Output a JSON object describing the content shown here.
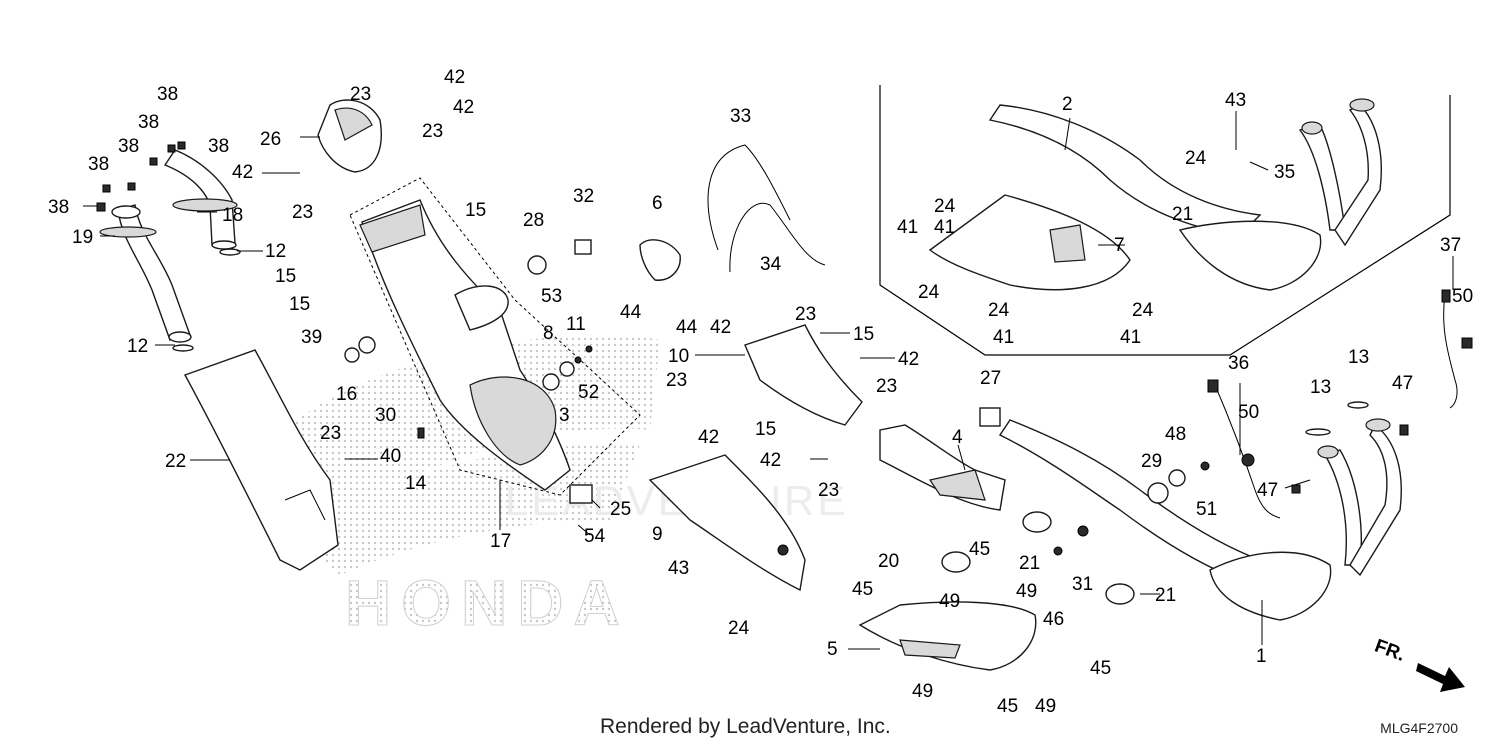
{
  "footer": "Rendered by LeadVenture, Inc.",
  "diagram_code": "MLG4F2700",
  "direction_label": "FR.",
  "watermark": {
    "brand": "HONDA",
    "text": "LEADVENTURE"
  },
  "callouts": [
    {
      "id": "c1",
      "text": "1"
    },
    {
      "id": "c2",
      "text": "2"
    },
    {
      "id": "c3",
      "text": "3"
    },
    {
      "id": "c4",
      "text": "4"
    },
    {
      "id": "c5",
      "text": "5"
    },
    {
      "id": "c6",
      "text": "6"
    },
    {
      "id": "c7",
      "text": "7"
    },
    {
      "id": "c8",
      "text": "8"
    },
    {
      "id": "c9",
      "text": "9"
    },
    {
      "id": "c10",
      "text": "10"
    },
    {
      "id": "c11",
      "text": "11"
    },
    {
      "id": "c12a",
      "text": "12"
    },
    {
      "id": "c12b",
      "text": "12"
    },
    {
      "id": "c13a",
      "text": "13"
    },
    {
      "id": "c13b",
      "text": "13"
    },
    {
      "id": "c14",
      "text": "14"
    },
    {
      "id": "c15a",
      "text": "15"
    },
    {
      "id": "c15b",
      "text": "15"
    },
    {
      "id": "c15c",
      "text": "15"
    },
    {
      "id": "c15d",
      "text": "15"
    },
    {
      "id": "c15e",
      "text": "15"
    },
    {
      "id": "c16",
      "text": "16"
    },
    {
      "id": "c17",
      "text": "17"
    },
    {
      "id": "c18",
      "text": "18"
    },
    {
      "id": "c19",
      "text": "19"
    },
    {
      "id": "c20",
      "text": "20"
    },
    {
      "id": "c21a",
      "text": "21"
    },
    {
      "id": "c21b",
      "text": "21"
    },
    {
      "id": "c21c",
      "text": "21"
    },
    {
      "id": "c22",
      "text": "22"
    },
    {
      "id": "c23a",
      "text": "23"
    },
    {
      "id": "c23b",
      "text": "23"
    },
    {
      "id": "c23c",
      "text": "23"
    },
    {
      "id": "c23d",
      "text": "23"
    },
    {
      "id": "c23e",
      "text": "23"
    },
    {
      "id": "c23f",
      "text": "23"
    },
    {
      "id": "c23g",
      "text": "23"
    },
    {
      "id": "c23h",
      "text": "23"
    },
    {
      "id": "c24a",
      "text": "24"
    },
    {
      "id": "c24b",
      "text": "24"
    },
    {
      "id": "c24c",
      "text": "24"
    },
    {
      "id": "c24d",
      "text": "24"
    },
    {
      "id": "c24e",
      "text": "24"
    },
    {
      "id": "c24f",
      "text": "24"
    },
    {
      "id": "c25",
      "text": "25"
    },
    {
      "id": "c26",
      "text": "26"
    },
    {
      "id": "c27",
      "text": "27"
    },
    {
      "id": "c28",
      "text": "28"
    },
    {
      "id": "c29",
      "text": "29"
    },
    {
      "id": "c30",
      "text": "30"
    },
    {
      "id": "c31",
      "text": "31"
    },
    {
      "id": "c32",
      "text": "32"
    },
    {
      "id": "c33",
      "text": "33"
    },
    {
      "id": "c34",
      "text": "34"
    },
    {
      "id": "c35",
      "text": "35"
    },
    {
      "id": "c36",
      "text": "36"
    },
    {
      "id": "c37",
      "text": "37"
    },
    {
      "id": "c38a",
      "text": "38"
    },
    {
      "id": "c38b",
      "text": "38"
    },
    {
      "id": "c38c",
      "text": "38"
    },
    {
      "id": "c38d",
      "text": "38"
    },
    {
      "id": "c38e",
      "text": "38"
    },
    {
      "id": "c38f",
      "text": "38"
    },
    {
      "id": "c39",
      "text": "39"
    },
    {
      "id": "c40",
      "text": "40"
    },
    {
      "id": "c41a",
      "text": "41"
    },
    {
      "id": "c41b",
      "text": "41"
    },
    {
      "id": "c41c",
      "text": "41"
    },
    {
      "id": "c41d",
      "text": "41"
    },
    {
      "id": "c41e",
      "text": "41"
    },
    {
      "id": "c42a",
      "text": "42"
    },
    {
      "id": "c42b",
      "text": "42"
    },
    {
      "id": "c42c",
      "text": "42"
    },
    {
      "id": "c42d",
      "text": "42"
    },
    {
      "id": "c42e",
      "text": "42"
    },
    {
      "id": "c42f",
      "text": "42"
    },
    {
      "id": "c42g",
      "text": "42"
    },
    {
      "id": "c43a",
      "text": "43"
    },
    {
      "id": "c43b",
      "text": "43"
    },
    {
      "id": "c44a",
      "text": "44"
    },
    {
      "id": "c44b",
      "text": "44"
    },
    {
      "id": "c45a",
      "text": "45"
    },
    {
      "id": "c45b",
      "text": "45"
    },
    {
      "id": "c45c",
      "text": "45"
    },
    {
      "id": "c45d",
      "text": "45"
    },
    {
      "id": "c46",
      "text": "46"
    },
    {
      "id": "c47a",
      "text": "47"
    },
    {
      "id": "c47b",
      "text": "47"
    },
    {
      "id": "c48",
      "text": "48"
    },
    {
      "id": "c49a",
      "text": "49"
    },
    {
      "id": "c49b",
      "text": "49"
    },
    {
      "id": "c49c",
      "text": "49"
    },
    {
      "id": "c49d",
      "text": "49"
    },
    {
      "id": "c49e",
      "text": "49"
    },
    {
      "id": "c50a",
      "text": "50"
    },
    {
      "id": "c50b",
      "text": "50"
    },
    {
      "id": "c51",
      "text": "51"
    },
    {
      "id": "c52",
      "text": "52"
    },
    {
      "id": "c53",
      "text": "53"
    },
    {
      "id": "c54",
      "text": "54"
    }
  ]
}
